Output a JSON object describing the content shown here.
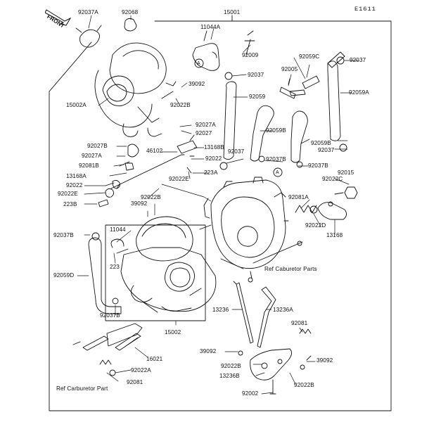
{
  "diagram": {
    "code": "E1611",
    "front": "FRONT",
    "ref_labels": [
      "Ref Caburetor Parts",
      "Ref Carburetor Part"
    ],
    "callouts": {
      "c92037A": "92037A",
      "c92068": "92068",
      "c15001": "15001",
      "c11044A": "11044A",
      "c92009": "92009",
      "c92037_top": "92037",
      "c92059C": "92059C",
      "c92037_tr": "92037",
      "c92005": "92005",
      "c92059A": "92059A",
      "c92059": "92059",
      "c39092_top": "39092",
      "c15002A": "15002A",
      "c92022B_top": "92022B",
      "c92027A": "92027A",
      "c92027": "92027",
      "c92059B_l": "92059B",
      "c92059B_r": "92059B",
      "c92027B": "92027B",
      "c13168B": "13168B",
      "c92037_mid": "92037",
      "c92037_r": "92037",
      "c92027A_l": "92027A",
      "c46102": "46102",
      "c92081B": "92081B",
      "c92022_mid": "92022",
      "c223A": "223A",
      "c92037B_mid": "92037B",
      "c92037B_r": "92037B",
      "c92015": "92015",
      "c13168A": "13168A",
      "c92022E_r": "92022E",
      "c92022C": "92022C",
      "c92022_l": "92022",
      "c92022E_l": "92022E",
      "c223B": "223B",
      "c92022B_mid": "92022B",
      "c39092_mid": "39092",
      "c92081A": "92081A",
      "c92022D": "92022D",
      "c92037B_l": "92037B",
      "c11044": "11044",
      "c13168": "13168",
      "c223": "223",
      "c92059D": "92059D",
      "c92037B_low": "92037B",
      "c13236": "13236",
      "c13236A": "13236A",
      "c15002": "15002",
      "c92081_r": "92081",
      "c16021": "16021",
      "c39092_low": "39092",
      "c92022B_low": "92022B",
      "c39092_r": "39092",
      "c13236B": "13236B",
      "c92022A": "92022A",
      "c92081_l": "92081",
      "c92022B_br": "92022B",
      "c92002": "92002",
      "markA1": "A",
      "markA2": "A"
    }
  }
}
